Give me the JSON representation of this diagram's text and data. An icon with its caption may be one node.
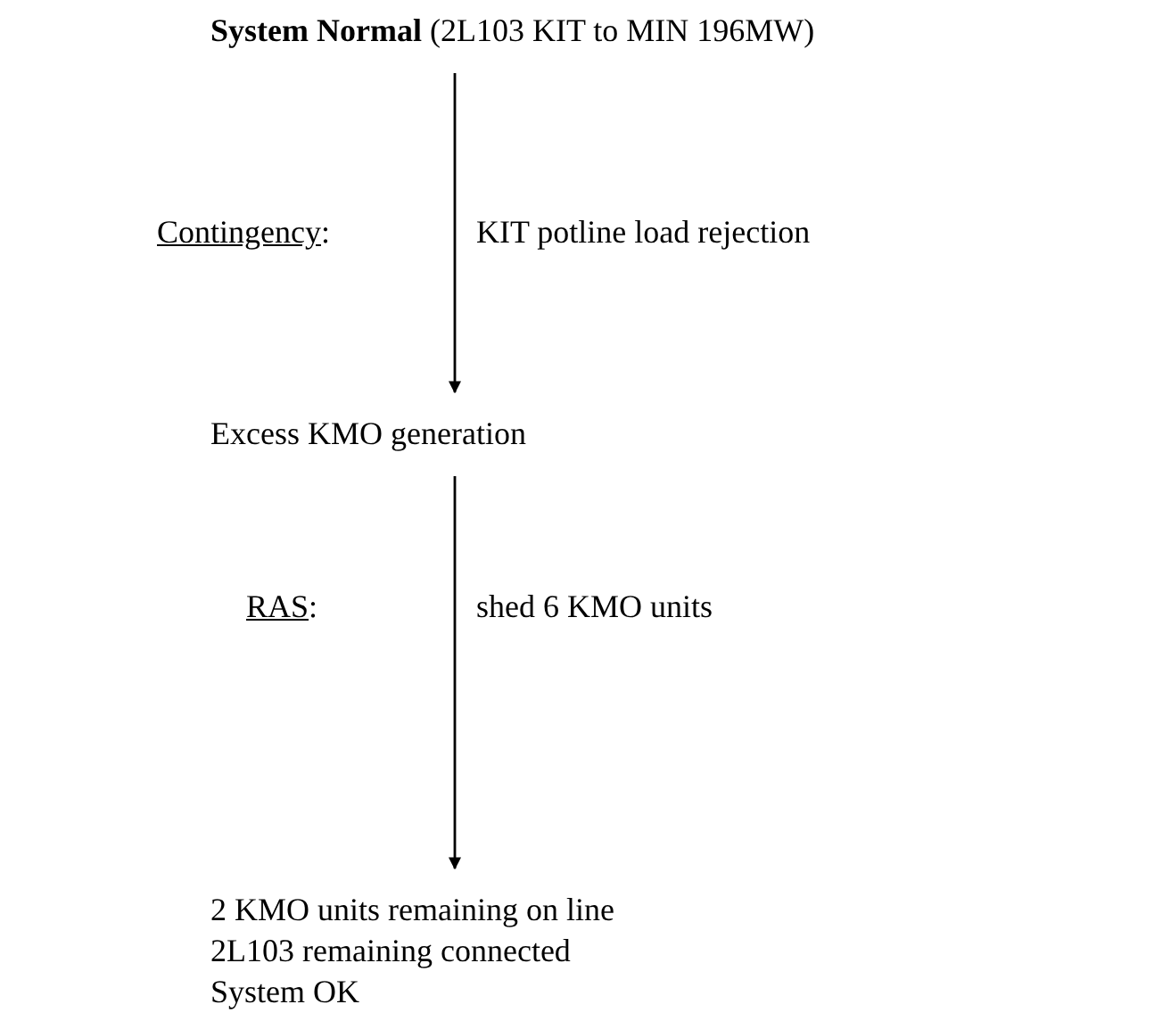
{
  "diagram": {
    "nodes": [
      {
        "text": [
          "**System Normal** (2L103 KIT to MIN 196MW)"
        ]
      },
      {
        "text": [
          "Excess KMO generation"
        ]
      },
      {
        "text": [
          "2 KMO units remaining on line",
          "2L103 remaining connected",
          "System OK"
        ]
      }
    ],
    "edges": [
      {
        "from": 0,
        "to": 1,
        "arrow": "to",
        "label": "KIT potline load rejection"
      },
      {
        "from": 1,
        "to": 2,
        "arrow": "to",
        "label": "shed 6 KMO units"
      }
    ],
    "labels": [
      "Contingency:",
      "RAS:"
    ]
  }
}
